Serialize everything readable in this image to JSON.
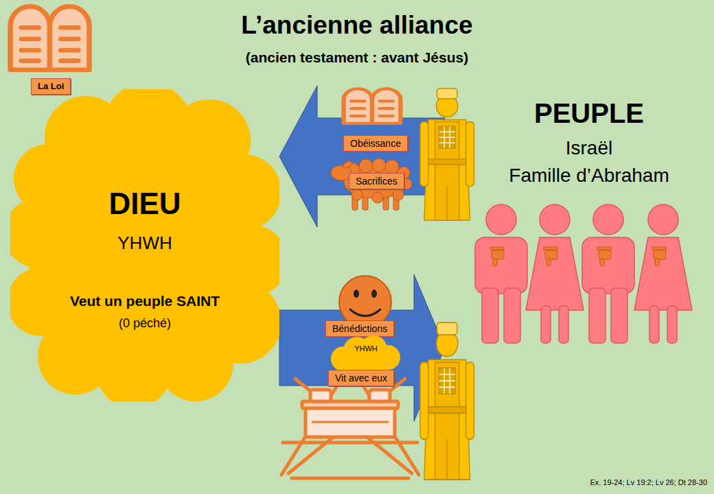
{
  "diagram": {
    "title": "L’ancienne alliance",
    "nodes": [
      {
        "text": [
          "La Loi"
        ]
      },
      {
        "text": [
          "DIEU",
          "YHWH",
          "Veut un peuple SAINT",
          "(0 péché)"
        ]
      },
      {
        "text": [
          "Obéissance"
        ]
      },
      {
        "text": [
          "Sacrifices"
        ]
      },
      {
        "text": [
          "PEUPLE",
          "Israël",
          "Famille d’Abraham"
        ]
      },
      {
        "text": [
          "Bénédictions"
        ]
      },
      {
        "text": [
          "YHWH"
        ]
      },
      {
        "text": [
          "Vit avec eux"
        ]
      }
    ],
    "edges": [
      {
        "from": 4,
        "to": 1,
        "arrow": "to"
      },
      {
        "from": 1,
        "to": 4,
        "arrow": "to"
      }
    ],
    "labels": [
      "(ancien testament : avant Jésus)",
      "Ex. 19-24; Lv 19:2; Lv 26; Dt 28-30"
    ]
  }
}
